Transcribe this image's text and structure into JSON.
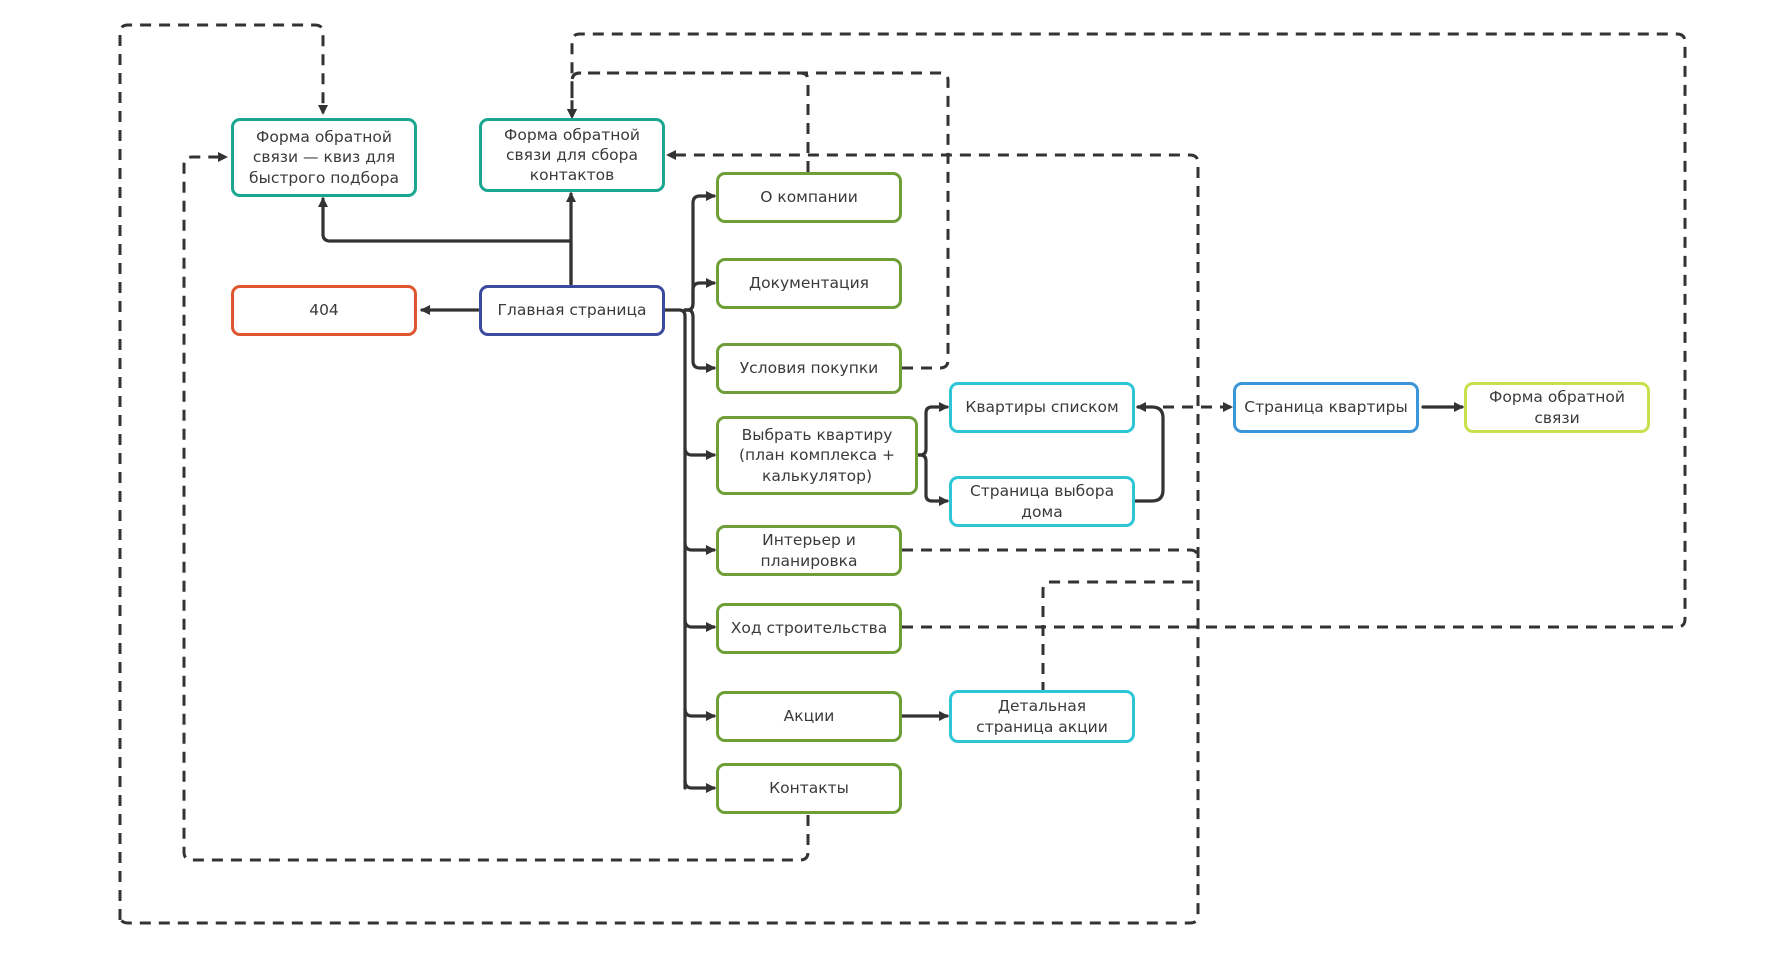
{
  "colors": {
    "teal": "#1aa690",
    "blue": "#3a4a9e",
    "red": "#de5530",
    "green": "#6f9e38",
    "cyan": "#2cc6d6",
    "sky": "#3b95d8",
    "lime": "#c8e04c",
    "edge": "#333333"
  },
  "nodes": {
    "quiz": "Форма обратной связи — квиз для быстрого подбора",
    "contacts_form": "Форма обратной связи для сбора контактов",
    "e404": "404",
    "home": "Главная страница",
    "about": "О компании",
    "docs": "Документация",
    "terms": "Условия покупки",
    "choose": "Выбрать квартиру (план комплекса + калькулятор)",
    "interior": "Интерьер и планировка",
    "progress": "Ход строительства",
    "promo": "Акции",
    "contacts": "Контакты",
    "flats_list": "Квартиры списком",
    "house_select": "Страница выбора дома",
    "flat_page": "Страница квартиры",
    "feedback": "Форма обратной связи",
    "promo_detail": "Детальная страница акции"
  }
}
